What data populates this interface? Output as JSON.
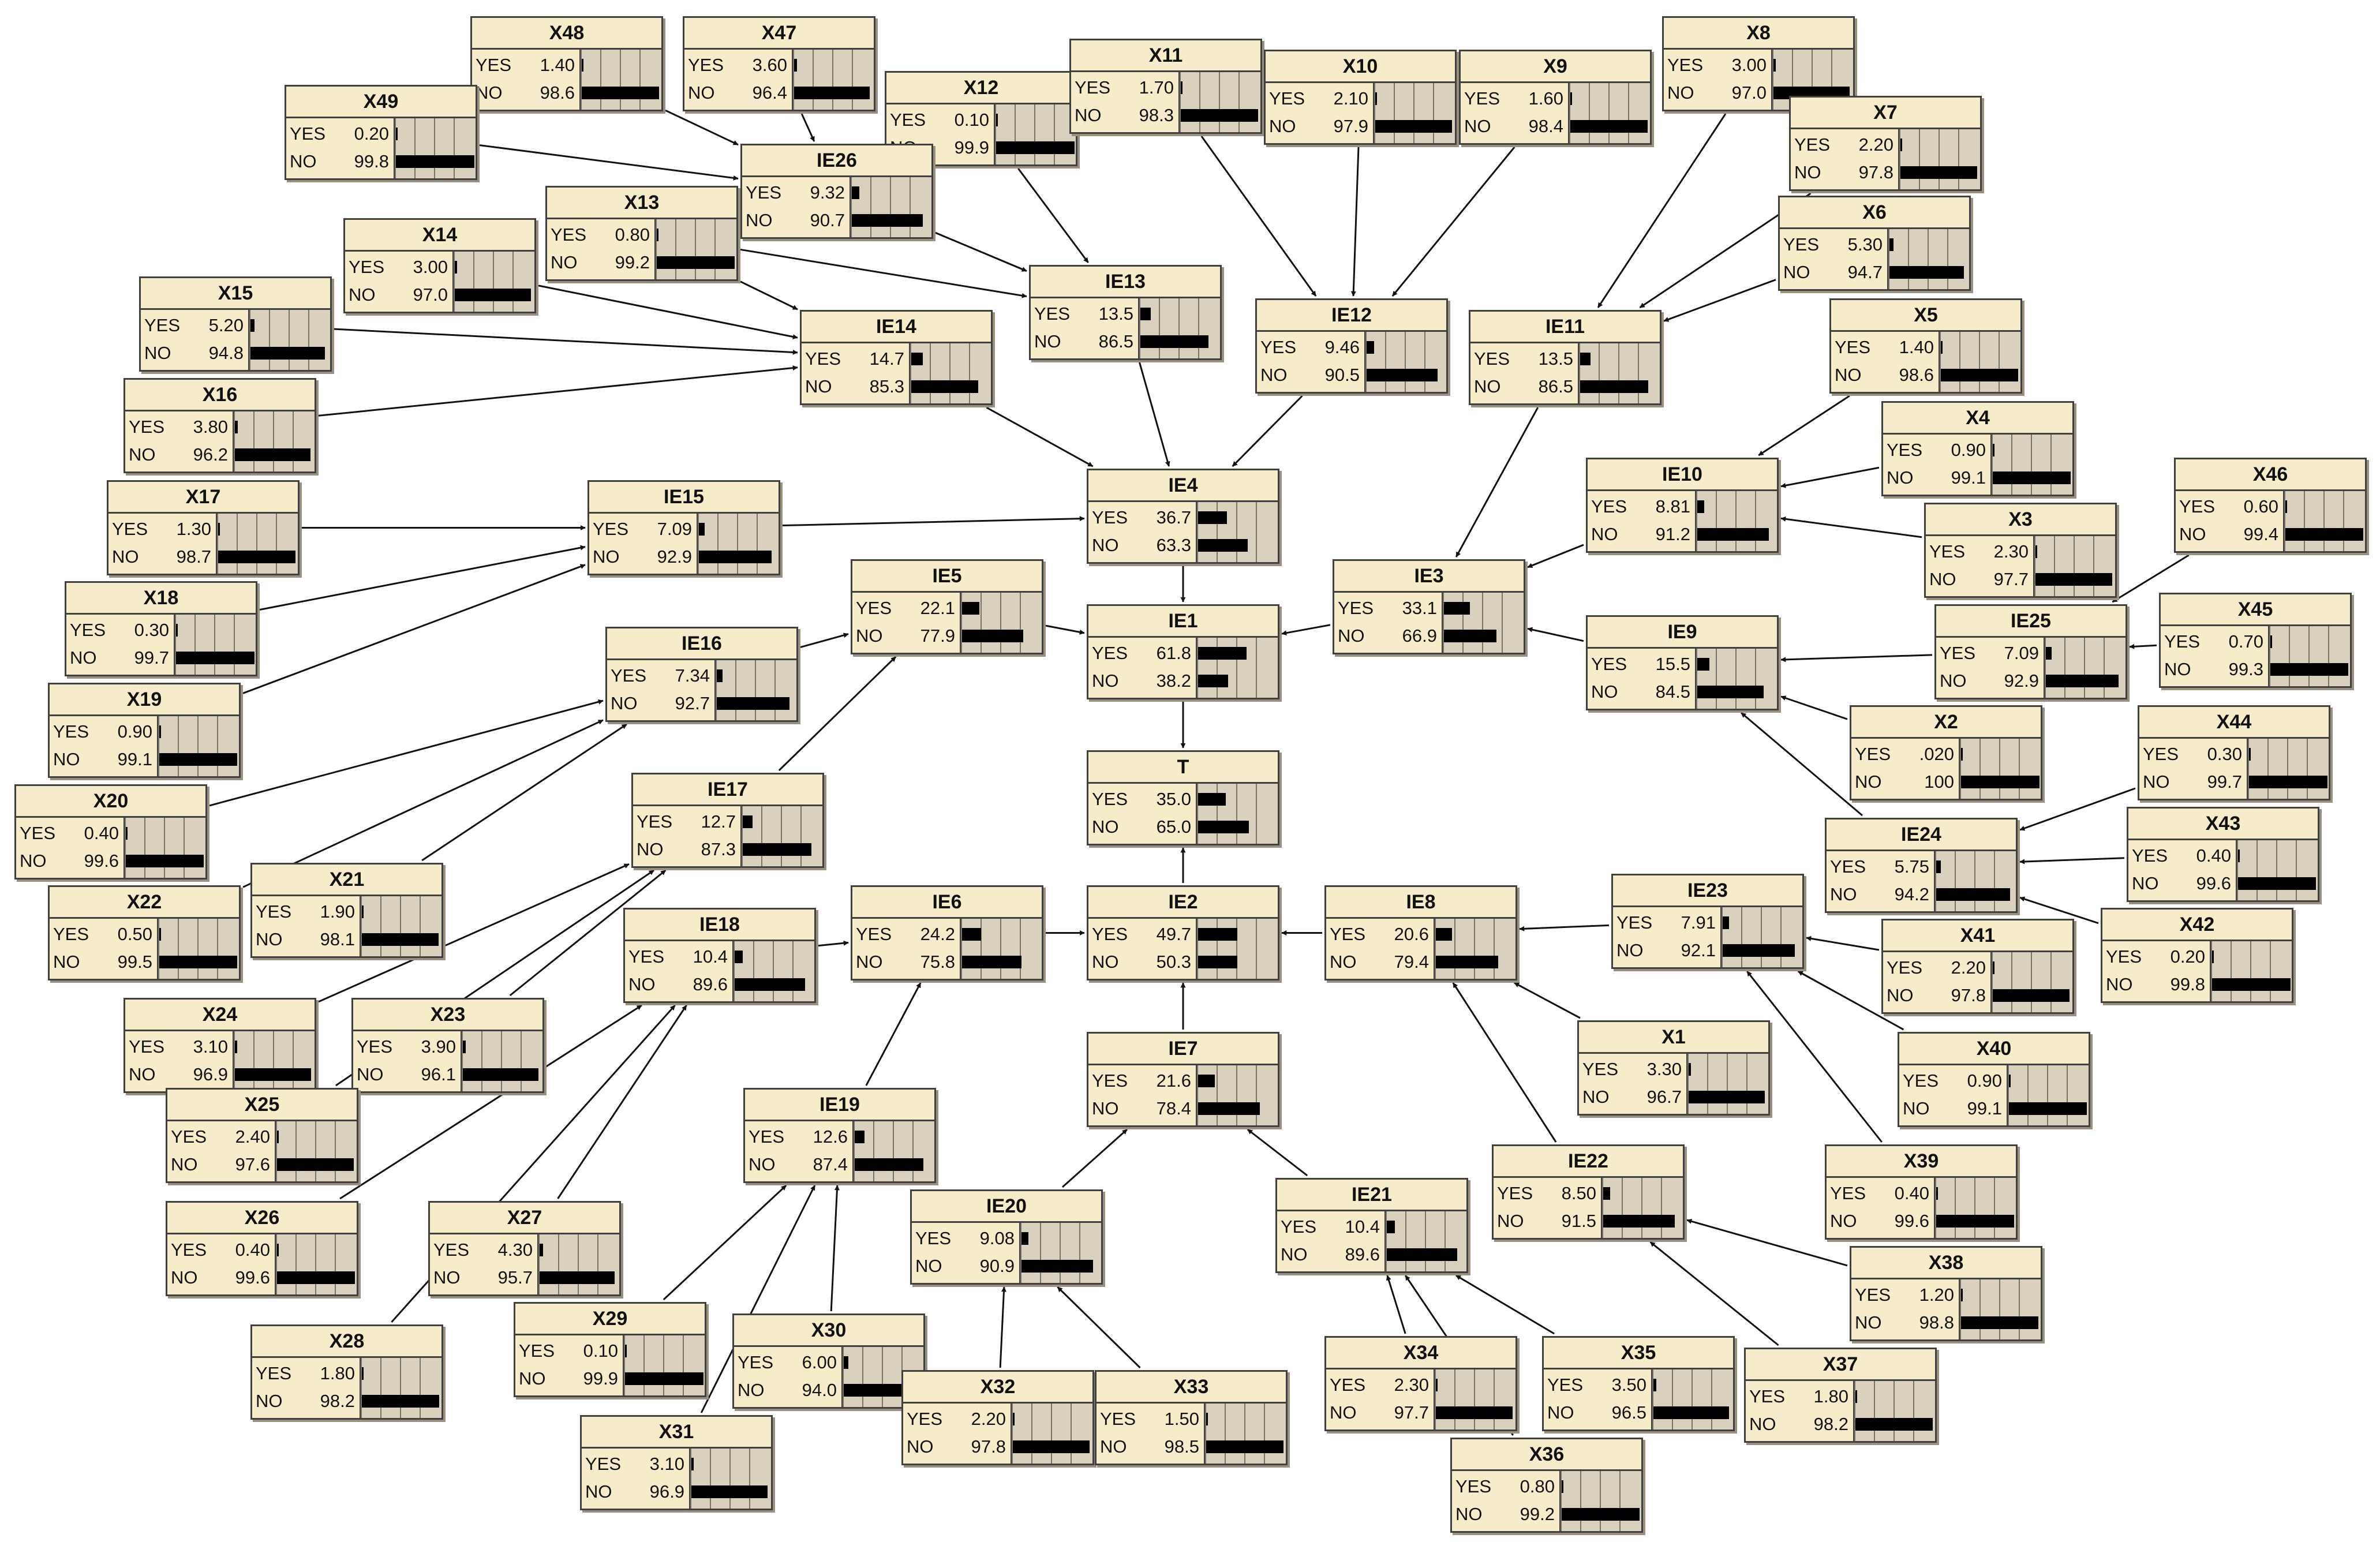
{
  "nodes": {
    "X48": {
      "title": "X48",
      "yes": "1.40",
      "no": "98.6"
    },
    "X47": {
      "title": "X47",
      "yes": "3.60",
      "no": "96.4"
    },
    "X49": {
      "title": "X49",
      "yes": "0.20",
      "no": "99.8"
    },
    "X12": {
      "title": "X12",
      "yes": "0.10",
      "no": "99.9"
    },
    "X11": {
      "title": "X11",
      "yes": "1.70",
      "no": "98.3"
    },
    "X10": {
      "title": "X10",
      "yes": "2.10",
      "no": "97.9"
    },
    "X9": {
      "title": "X9",
      "yes": "1.60",
      "no": "98.4"
    },
    "X8": {
      "title": "X8",
      "yes": "3.00",
      "no": "97.0"
    },
    "X7": {
      "title": "X7",
      "yes": "2.20",
      "no": "97.8"
    },
    "IE26": {
      "title": "IE26",
      "yes": "9.32",
      "no": "90.7"
    },
    "X13": {
      "title": "X13",
      "yes": "0.80",
      "no": "99.2"
    },
    "X14": {
      "title": "X14",
      "yes": "3.00",
      "no": "97.0"
    },
    "X6": {
      "title": "X6",
      "yes": "5.30",
      "no": "94.7"
    },
    "IE13": {
      "title": "IE13",
      "yes": "13.5",
      "no": "86.5"
    },
    "X15": {
      "title": "X15",
      "yes": "5.20",
      "no": "94.8"
    },
    "IE14": {
      "title": "IE14",
      "yes": "14.7",
      "no": "85.3"
    },
    "IE12": {
      "title": "IE12",
      "yes": "9.46",
      "no": "90.5"
    },
    "IE11": {
      "title": "IE11",
      "yes": "13.5",
      "no": "86.5"
    },
    "X5": {
      "title": "X5",
      "yes": "1.40",
      "no": "98.6"
    },
    "X16": {
      "title": "X16",
      "yes": "3.80",
      "no": "96.2"
    },
    "X4": {
      "title": "X4",
      "yes": "0.90",
      "no": "99.1"
    },
    "X46": {
      "title": "X46",
      "yes": "0.60",
      "no": "99.4"
    },
    "X17": {
      "title": "X17",
      "yes": "1.30",
      "no": "98.7"
    },
    "IE15": {
      "title": "IE15",
      "yes": "7.09",
      "no": "92.9"
    },
    "IE4": {
      "title": "IE4",
      "yes": "36.7",
      "no": "63.3"
    },
    "IE10": {
      "title": "IE10",
      "yes": "8.81",
      "no": "91.2"
    },
    "X3": {
      "title": "X3",
      "yes": "2.30",
      "no": "97.7"
    },
    "IE5": {
      "title": "IE5",
      "yes": "22.1",
      "no": "77.9"
    },
    "IE3": {
      "title": "IE3",
      "yes": "33.1",
      "no": "66.9"
    },
    "X18": {
      "title": "X18",
      "yes": "0.30",
      "no": "99.7"
    },
    "IE1": {
      "title": "IE1",
      "yes": "61.8",
      "no": "38.2"
    },
    "IE16": {
      "title": "IE16",
      "yes": "7.34",
      "no": "92.7"
    },
    "IE9": {
      "title": "IE9",
      "yes": "15.5",
      "no": "84.5"
    },
    "IE25": {
      "title": "IE25",
      "yes": "7.09",
      "no": "92.9"
    },
    "X45": {
      "title": "X45",
      "yes": "0.70",
      "no": "99.3"
    },
    "X19": {
      "title": "X19",
      "yes": "0.90",
      "no": "99.1"
    },
    "X44": {
      "title": "X44",
      "yes": "0.30",
      "no": "99.7"
    },
    "X2": {
      "title": "X2",
      "yes": ".020",
      "no": "100"
    },
    "T": {
      "title": "T",
      "yes": "35.0",
      "no": "65.0"
    },
    "X20": {
      "title": "X20",
      "yes": "0.40",
      "no": "99.6"
    },
    "IE17": {
      "title": "IE17",
      "yes": "12.7",
      "no": "87.3"
    },
    "IE24": {
      "title": "IE24",
      "yes": "5.75",
      "no": "94.2"
    },
    "X43": {
      "title": "X43",
      "yes": "0.40",
      "no": "99.6"
    },
    "X21": {
      "title": "X21",
      "yes": "1.90",
      "no": "98.1"
    },
    "IE23": {
      "title": "IE23",
      "yes": "7.91",
      "no": "92.1"
    },
    "X22": {
      "title": "X22",
      "yes": "0.50",
      "no": "99.5"
    },
    "IE6": {
      "title": "IE6",
      "yes": "24.2",
      "no": "75.8"
    },
    "IE2": {
      "title": "IE2",
      "yes": "49.7",
      "no": "50.3"
    },
    "IE8": {
      "title": "IE8",
      "yes": "20.6",
      "no": "79.4"
    },
    "X42": {
      "title": "X42",
      "yes": "0.20",
      "no": "99.8"
    },
    "IE18": {
      "title": "IE18",
      "yes": "10.4",
      "no": "89.6"
    },
    "X41": {
      "title": "X41",
      "yes": "2.20",
      "no": "97.8"
    },
    "X24": {
      "title": "X24",
      "yes": "3.10",
      "no": "96.9"
    },
    "X23": {
      "title": "X23",
      "yes": "3.90",
      "no": "96.1"
    },
    "X1": {
      "title": "X1",
      "yes": "3.30",
      "no": "96.7"
    },
    "IE7": {
      "title": "IE7",
      "yes": "21.6",
      "no": "78.4"
    },
    "X40": {
      "title": "X40",
      "yes": "0.90",
      "no": "99.1"
    },
    "X25": {
      "title": "X25",
      "yes": "2.40",
      "no": "97.6"
    },
    "IE19": {
      "title": "IE19",
      "yes": "12.6",
      "no": "87.4"
    },
    "IE22": {
      "title": "IE22",
      "yes": "8.50",
      "no": "91.5"
    },
    "X39": {
      "title": "X39",
      "yes": "0.40",
      "no": "99.6"
    },
    "IE20": {
      "title": "IE20",
      "yes": "9.08",
      "no": "90.9"
    },
    "IE21": {
      "title": "IE21",
      "yes": "10.4",
      "no": "89.6"
    },
    "X26": {
      "title": "X26",
      "yes": "0.40",
      "no": "99.6"
    },
    "X27": {
      "title": "X27",
      "yes": "4.30",
      "no": "95.7"
    },
    "X38": {
      "title": "X38",
      "yes": "1.20",
      "no": "98.8"
    },
    "X28": {
      "title": "X28",
      "yes": "1.80",
      "no": "98.2"
    },
    "X29": {
      "title": "X29",
      "yes": "0.10",
      "no": "99.9"
    },
    "X30": {
      "title": "X30",
      "yes": "6.00",
      "no": "94.0"
    },
    "X34": {
      "title": "X34",
      "yes": "2.30",
      "no": "97.7"
    },
    "X35": {
      "title": "X35",
      "yes": "3.50",
      "no": "96.5"
    },
    "X37": {
      "title": "X37",
      "yes": "1.80",
      "no": "98.2"
    },
    "X32": {
      "title": "X32",
      "yes": "2.20",
      "no": "97.8"
    },
    "X33": {
      "title": "X33",
      "yes": "1.50",
      "no": "98.5"
    },
    "X31": {
      "title": "X31",
      "yes": "3.10",
      "no": "96.9"
    },
    "X36": {
      "title": "X36",
      "yes": "0.80",
      "no": "99.2"
    }
  },
  "state_labels": {
    "yes": "YES",
    "no": "NO"
  },
  "edges": [
    [
      "X48",
      "IE26"
    ],
    [
      "X47",
      "IE26"
    ],
    [
      "X49",
      "IE26"
    ],
    [
      "X12",
      "IE13"
    ],
    [
      "IE26",
      "IE13"
    ],
    [
      "X13",
      "IE13"
    ],
    [
      "X11",
      "IE12"
    ],
    [
      "X10",
      "IE12"
    ],
    [
      "X9",
      "IE12"
    ],
    [
      "X8",
      "IE11"
    ],
    [
      "X7",
      "IE11"
    ],
    [
      "X6",
      "IE11"
    ],
    [
      "X14",
      "IE14"
    ],
    [
      "X15",
      "IE14"
    ],
    [
      "X16",
      "IE14"
    ],
    [
      "X13",
      "IE14"
    ],
    [
      "IE14",
      "IE4"
    ],
    [
      "IE13",
      "IE4"
    ],
    [
      "IE12",
      "IE4"
    ],
    [
      "IE15",
      "IE4"
    ],
    [
      "X17",
      "IE15"
    ],
    [
      "X18",
      "IE15"
    ],
    [
      "X19",
      "IE15"
    ],
    [
      "IE4",
      "IE1"
    ],
    [
      "IE5",
      "IE1"
    ],
    [
      "IE3",
      "IE1"
    ],
    [
      "IE16",
      "IE5"
    ],
    [
      "IE17",
      "IE5"
    ],
    [
      "X20",
      "IE16"
    ],
    [
      "X21",
      "IE16"
    ],
    [
      "X22",
      "IE16"
    ],
    [
      "X24",
      "IE17"
    ],
    [
      "X23",
      "IE17"
    ],
    [
      "X25",
      "IE17"
    ],
    [
      "IE11",
      "IE3"
    ],
    [
      "IE10",
      "IE3"
    ],
    [
      "IE9",
      "IE3"
    ],
    [
      "X5",
      "IE10"
    ],
    [
      "X4",
      "IE10"
    ],
    [
      "X3",
      "IE10"
    ],
    [
      "X46",
      "IE25"
    ],
    [
      "X45",
      "IE25"
    ],
    [
      "IE25",
      "IE9"
    ],
    [
      "X2",
      "IE9"
    ],
    [
      "IE24",
      "IE9"
    ],
    [
      "X44",
      "IE24"
    ],
    [
      "X43",
      "IE24"
    ],
    [
      "X42",
      "IE24"
    ],
    [
      "IE1",
      "T"
    ],
    [
      "IE2",
      "T"
    ],
    [
      "IE6",
      "IE2"
    ],
    [
      "IE8",
      "IE2"
    ],
    [
      "IE7",
      "IE2"
    ],
    [
      "IE18",
      "IE6"
    ],
    [
      "IE19",
      "IE6"
    ],
    [
      "X26",
      "IE18"
    ],
    [
      "X27",
      "IE18"
    ],
    [
      "X28",
      "IE18"
    ],
    [
      "X29",
      "IE19"
    ],
    [
      "X30",
      "IE19"
    ],
    [
      "X31",
      "IE19"
    ],
    [
      "IE23",
      "IE8"
    ],
    [
      "X1",
      "IE8"
    ],
    [
      "IE22",
      "IE8"
    ],
    [
      "X41",
      "IE23"
    ],
    [
      "X40",
      "IE23"
    ],
    [
      "X39",
      "IE23"
    ],
    [
      "IE20",
      "IE7"
    ],
    [
      "IE21",
      "IE7"
    ],
    [
      "X32",
      "IE20"
    ],
    [
      "X33",
      "IE20"
    ],
    [
      "X34",
      "IE21"
    ],
    [
      "X35",
      "IE21"
    ],
    [
      "X36",
      "IE21"
    ],
    [
      "X38",
      "IE22"
    ],
    [
      "X37",
      "IE22"
    ]
  ]
}
